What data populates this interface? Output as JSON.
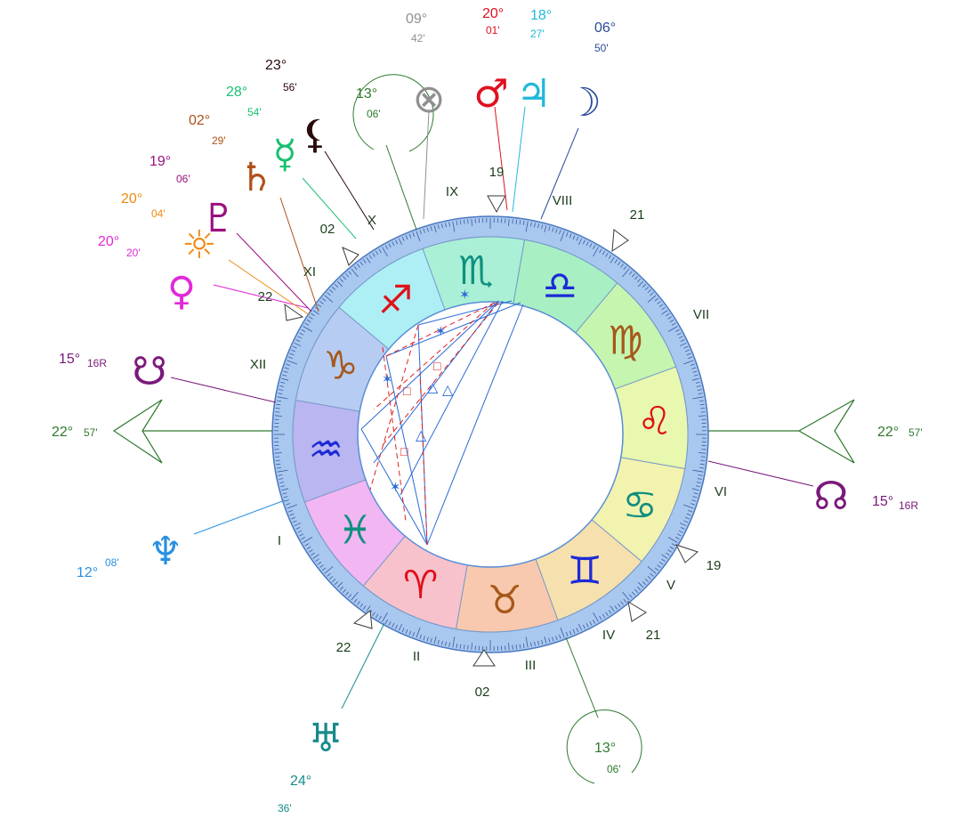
{
  "chart_center_note": "",
  "zodiac": [
    {
      "sign": "Sagittarius",
      "glyph": "♐",
      "fill": "#aeeff5",
      "color": "#e0101a"
    },
    {
      "sign": "Scorpio",
      "glyph": "♏",
      "fill": "#a9f0d6",
      "color": "#0f8f7f"
    },
    {
      "sign": "Libra",
      "glyph": "♎",
      "fill": "#a8f0c4",
      "color": "#1c2ad6"
    },
    {
      "sign": "Virgo",
      "glyph": "♍",
      "fill": "#c6f5b0",
      "color": "#a6581a"
    },
    {
      "sign": "Leo",
      "glyph": "♌",
      "fill": "#e8f8ae",
      "color": "#e0101a"
    },
    {
      "sign": "Cancer",
      "glyph": "♋",
      "fill": "#f3f3b0",
      "color": "#0f8f7f"
    },
    {
      "sign": "Gemini",
      "glyph": "♊",
      "fill": "#f6e0ae",
      "color": "#1c2ad6"
    },
    {
      "sign": "Taurus",
      "glyph": "♉",
      "fill": "#f8c9ae",
      "color": "#a6581a"
    },
    {
      "sign": "Aries",
      "glyph": "♈",
      "fill": "#f8c2cd",
      "color": "#e0101a"
    },
    {
      "sign": "Pisces",
      "glyph": "♓",
      "fill": "#f2b6f2",
      "color": "#0f8f7f"
    },
    {
      "sign": "Aquarius",
      "glyph": "♒",
      "fill": "#b9b6f2",
      "color": "#1c2ad6"
    },
    {
      "sign": "Capricorn",
      "glyph": "♑",
      "fill": "#b6ccf2",
      "color": "#a6581a"
    }
  ],
  "houses": [
    {
      "label": "I"
    },
    {
      "label": "II"
    },
    {
      "label": "III"
    },
    {
      "label": "IV"
    },
    {
      "label": "V"
    },
    {
      "label": "VI"
    },
    {
      "label": "VII"
    },
    {
      "label": "VIII"
    },
    {
      "label": "IX"
    },
    {
      "label": "X"
    },
    {
      "label": "XI"
    },
    {
      "label": "XII"
    }
  ],
  "cusp_numbers": [
    "19",
    "21",
    "02",
    "22",
    "19",
    "21",
    "02",
    "22"
  ],
  "angles": {
    "asc": {
      "deg": "22°",
      "min": "57'"
    },
    "dsc": {
      "deg": "22°",
      "min": "57'"
    },
    "mc": {
      "deg": "13°",
      "min": "06'"
    },
    "ic": {
      "deg": "13°",
      "min": "06'"
    }
  },
  "planets": [
    {
      "name": "Venus",
      "glyph": "♀",
      "deg": "20°",
      "min": "20'",
      "color": "#e02ad8"
    },
    {
      "name": "Sun",
      "glyph": "☼",
      "deg": "20°",
      "min": "04'",
      "color": "#f08a10"
    },
    {
      "name": "Pluto",
      "glyph": "♇",
      "deg": "19°",
      "min": "06'",
      "color": "#9a107f"
    },
    {
      "name": "Saturn",
      "glyph": "♄",
      "deg": "02°",
      "min": "29'",
      "color": "#b0501a"
    },
    {
      "name": "Mercury",
      "glyph": "☿",
      "deg": "28°",
      "min": "54'",
      "color": "#18c070"
    },
    {
      "name": "Black Moon",
      "glyph": "⚸",
      "deg": "23°",
      "min": "56'",
      "color": "#2a0a0a"
    },
    {
      "name": "Part of Fortune",
      "glyph": "⊗",
      "deg": "09°",
      "min": "42'",
      "color": "#909090"
    },
    {
      "name": "Mars",
      "glyph": "♂",
      "deg": "20°",
      "min": "01'",
      "color": "#e01020"
    },
    {
      "name": "Jupiter",
      "glyph": "♃",
      "deg": "18°",
      "min": "27'",
      "color": "#20b8d8"
    },
    {
      "name": "Moon",
      "glyph": "☽",
      "deg": "06°",
      "min": "50'",
      "color": "#2a4a9a"
    },
    {
      "name": "South Node",
      "glyph": "☋",
      "deg": "15°",
      "min": "16R",
      "color": "#7a1a7a"
    },
    {
      "name": "North Node",
      "glyph": "☊",
      "deg": "15°",
      "min": "16R",
      "color": "#7a1a7a"
    },
    {
      "name": "Neptune",
      "glyph": "♆",
      "deg": "12°",
      "min": "08'",
      "color": "#2a90e0"
    },
    {
      "name": "Uranus",
      "glyph": "♅",
      "deg": "24°",
      "min": "36'",
      "color": "#188a8a"
    }
  ],
  "colors": {
    "ring_outer": "#6e9fdc",
    "angle_line": "#2e7a2e",
    "aspect_blue": "#2a6ad6",
    "aspect_red": "#e02020"
  }
}
